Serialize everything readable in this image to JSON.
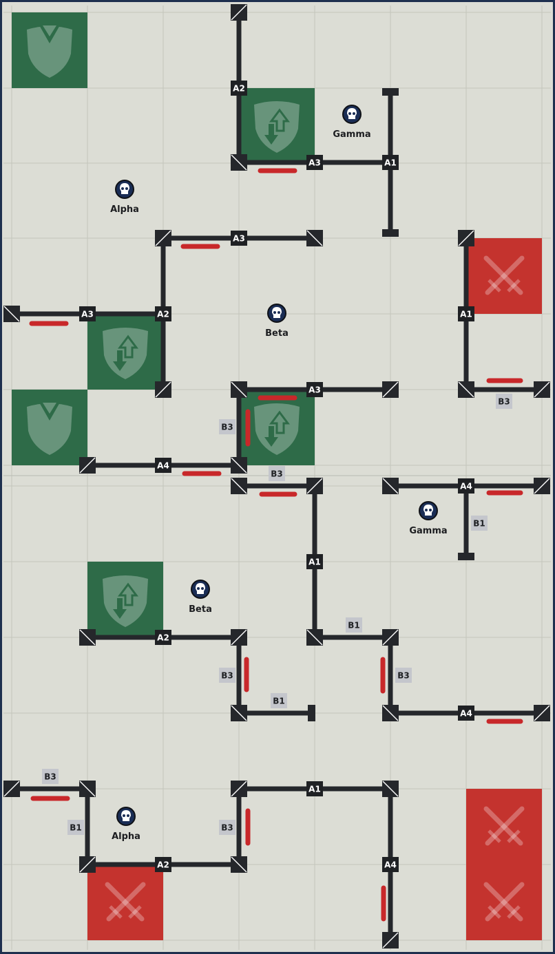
{
  "map": {
    "colors": {
      "board": "#dcddd5",
      "grid": "#c3c5bc",
      "friendly_zone": "#2e6b48",
      "enemy_zone": "#c4332e",
      "wall": "#25272b",
      "hazard": "#c8282a",
      "label_dark": "#1f2124",
      "label_gray": "#c4c6cc",
      "frame": "#1e2f4e"
    },
    "zones": [
      {
        "kind": "friendly",
        "icon": "drop-zone-shield-icon"
      },
      {
        "kind": "friendly",
        "icon": "reposition-shield-icon"
      },
      {
        "kind": "friendly",
        "icon": "reposition-shield-icon"
      },
      {
        "kind": "friendly",
        "icon": "drop-zone-shield-icon"
      },
      {
        "kind": "friendly",
        "icon": "reposition-shield-icon"
      },
      {
        "kind": "friendly",
        "icon": "reposition-shield-icon"
      },
      {
        "kind": "enemy",
        "icon": "crossed-swords-icon"
      },
      {
        "kind": "enemy",
        "icon": "crossed-swords-icon"
      },
      {
        "kind": "enemy",
        "icon": "crossed-swords-icon"
      },
      {
        "kind": "enemy",
        "icon": "crossed-swords-icon"
      }
    ],
    "objectives": [
      {
        "name": "Alpha",
        "icon": "skull-icon"
      },
      {
        "name": "Gamma",
        "icon": "skull-icon"
      },
      {
        "name": "Beta",
        "icon": "skull-icon"
      },
      {
        "name": "Gamma",
        "icon": "skull-icon"
      },
      {
        "name": "Beta",
        "icon": "skull-icon"
      },
      {
        "name": "Alpha",
        "icon": "skull-icon"
      }
    ],
    "wall_labels": [
      "A2",
      "A3",
      "A1",
      "A3",
      "A2",
      "A3",
      "A1",
      "B3",
      "A3",
      "B3",
      "A4",
      "B3",
      "A1",
      "A4",
      "B1",
      "B1",
      "B3",
      "A4",
      "A2",
      "B3",
      "B1",
      "B3",
      "B1",
      "A2",
      "B3",
      "A1",
      "A4"
    ]
  }
}
